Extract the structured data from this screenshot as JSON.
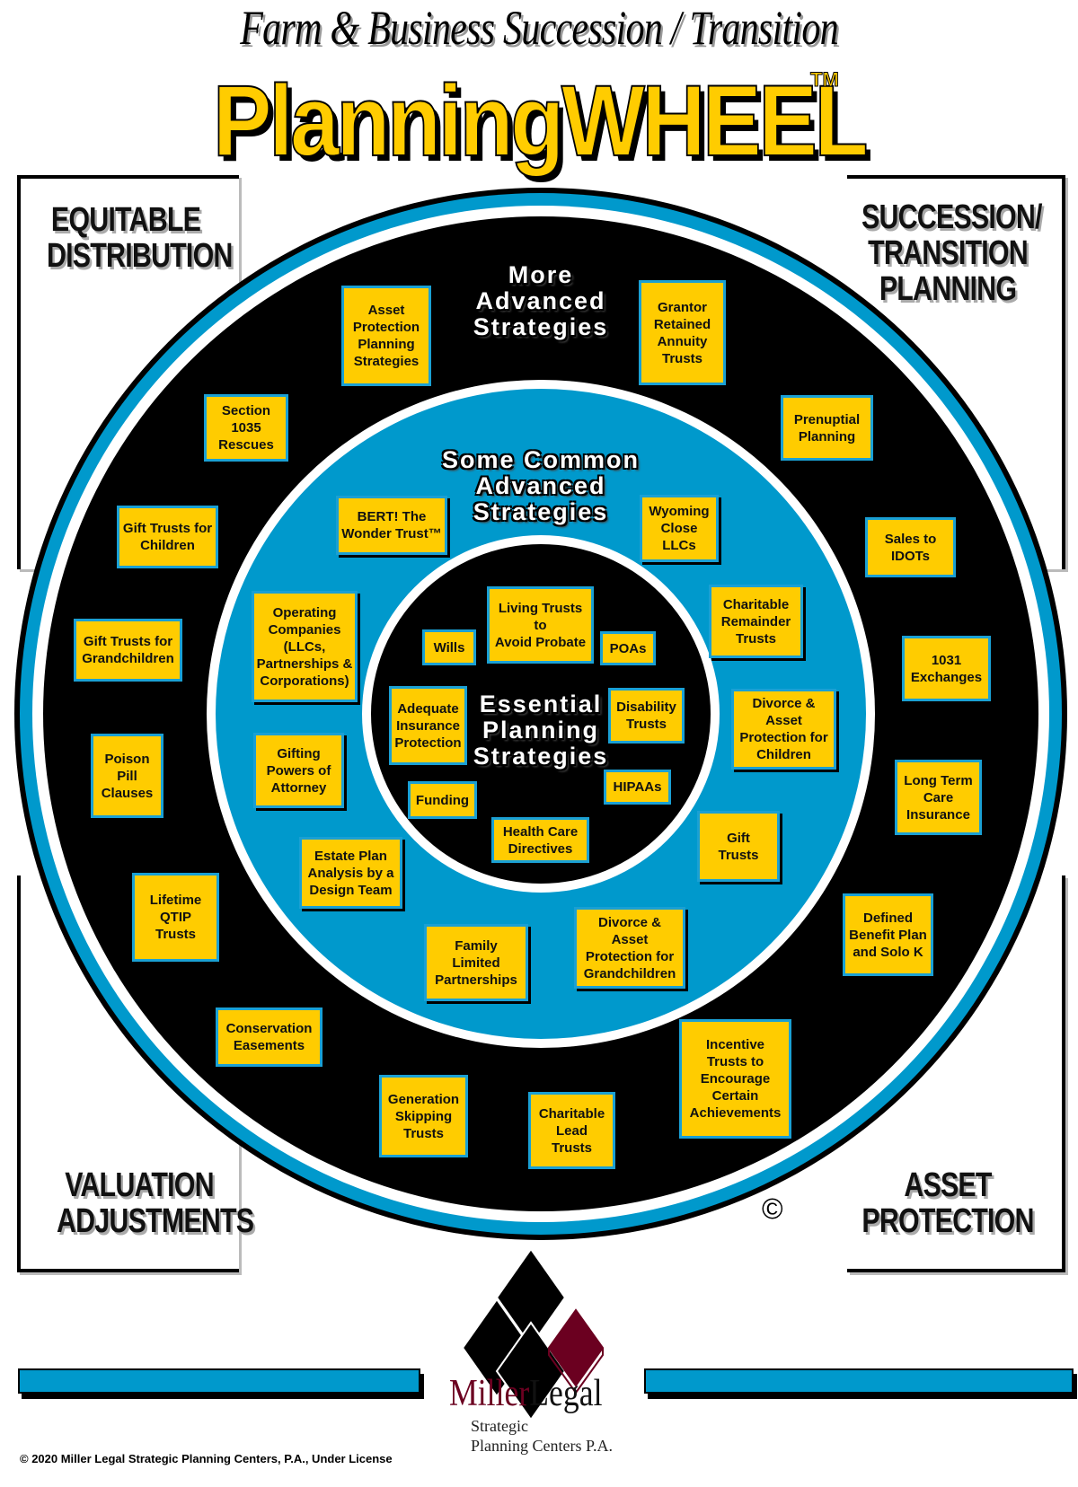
{
  "header": {
    "subtitle": "Farm & Business Succession / Transition",
    "title": "PlanningWHEEL",
    "trademark": "TM"
  },
  "corners": {
    "top_left": "EQUITABLE\nDISTRIBUTION",
    "top_right": "SUCCESSION/\nTRANSITION\nPLANNING",
    "bottom_left": "VALUATION\nADJUSTMENTS",
    "bottom_right": "ASSET\nPROTECTION"
  },
  "rings": {
    "outer": {
      "heading": "More\nAdvanced\nStrategies",
      "items": [
        "Asset\nProtection\nPlanning\nStrategies",
        "Grantor\nRetained\nAnnuity\nTrusts",
        "Section\n1035\nRescues",
        "Prenuptial\nPlanning",
        "Gift Trusts for\nChildren",
        "Sales to\nIDOTs",
        "Gift Trusts for\nGrandchildren",
        "1031\nExchanges",
        "Poison\nPill\nClauses",
        "Long Term\nCare\nInsurance",
        "Lifetime\nQTIP\nTrusts",
        "Defined\nBenefit Plan\nand Solo K",
        "Conservation\nEasements",
        "Incentive\nTrusts to\nEncourage\nCertain\nAchievements",
        "Generation\nSkipping\nTrusts",
        "Charitable\nLead\nTrusts"
      ]
    },
    "middle": {
      "heading": "Some Common\nAdvanced\nStrategies",
      "items": [
        "BERT! The\nWonder Trust™",
        "Wyoming\nClose\nLLCs",
        "Charitable\nRemainder\nTrusts",
        "Operating\nCompanies\n(LLCs,\nPartnerships &\nCorporations)",
        "Divorce &\nAsset\nProtection for\nChildren",
        "Gifting\nPowers of\nAttorney",
        "Gift\nTrusts",
        "Estate  Plan\nAnalysis by a\nDesign Team",
        "Family\nLimited\nPartnerships",
        "Divorce &\nAsset\nProtection for\nGrandchildren"
      ]
    },
    "inner": {
      "heading": "Essential\nPlanning\nStrategies",
      "items": [
        "Living Trusts\nto\nAvoid Probate",
        "Wills",
        "POAs",
        "Adequate\nInsurance\nProtection",
        "Disability\nTrusts",
        "HIPAAs",
        "Funding",
        "Health Care\nDirectives"
      ]
    }
  },
  "copyright_symbol": "©",
  "logo": {
    "name_part1": "Miller",
    "name_part2": "Legal",
    "line1": "Strategic",
    "line2": "Planning Centers P.A."
  },
  "footer": "© 2020 Miller Legal Strategic Planning  Centers, P.A., Under License",
  "colors": {
    "yellow": "#ffcc00",
    "blue": "#0099cc",
    "black": "#000000",
    "maroon": "#6b0020"
  }
}
